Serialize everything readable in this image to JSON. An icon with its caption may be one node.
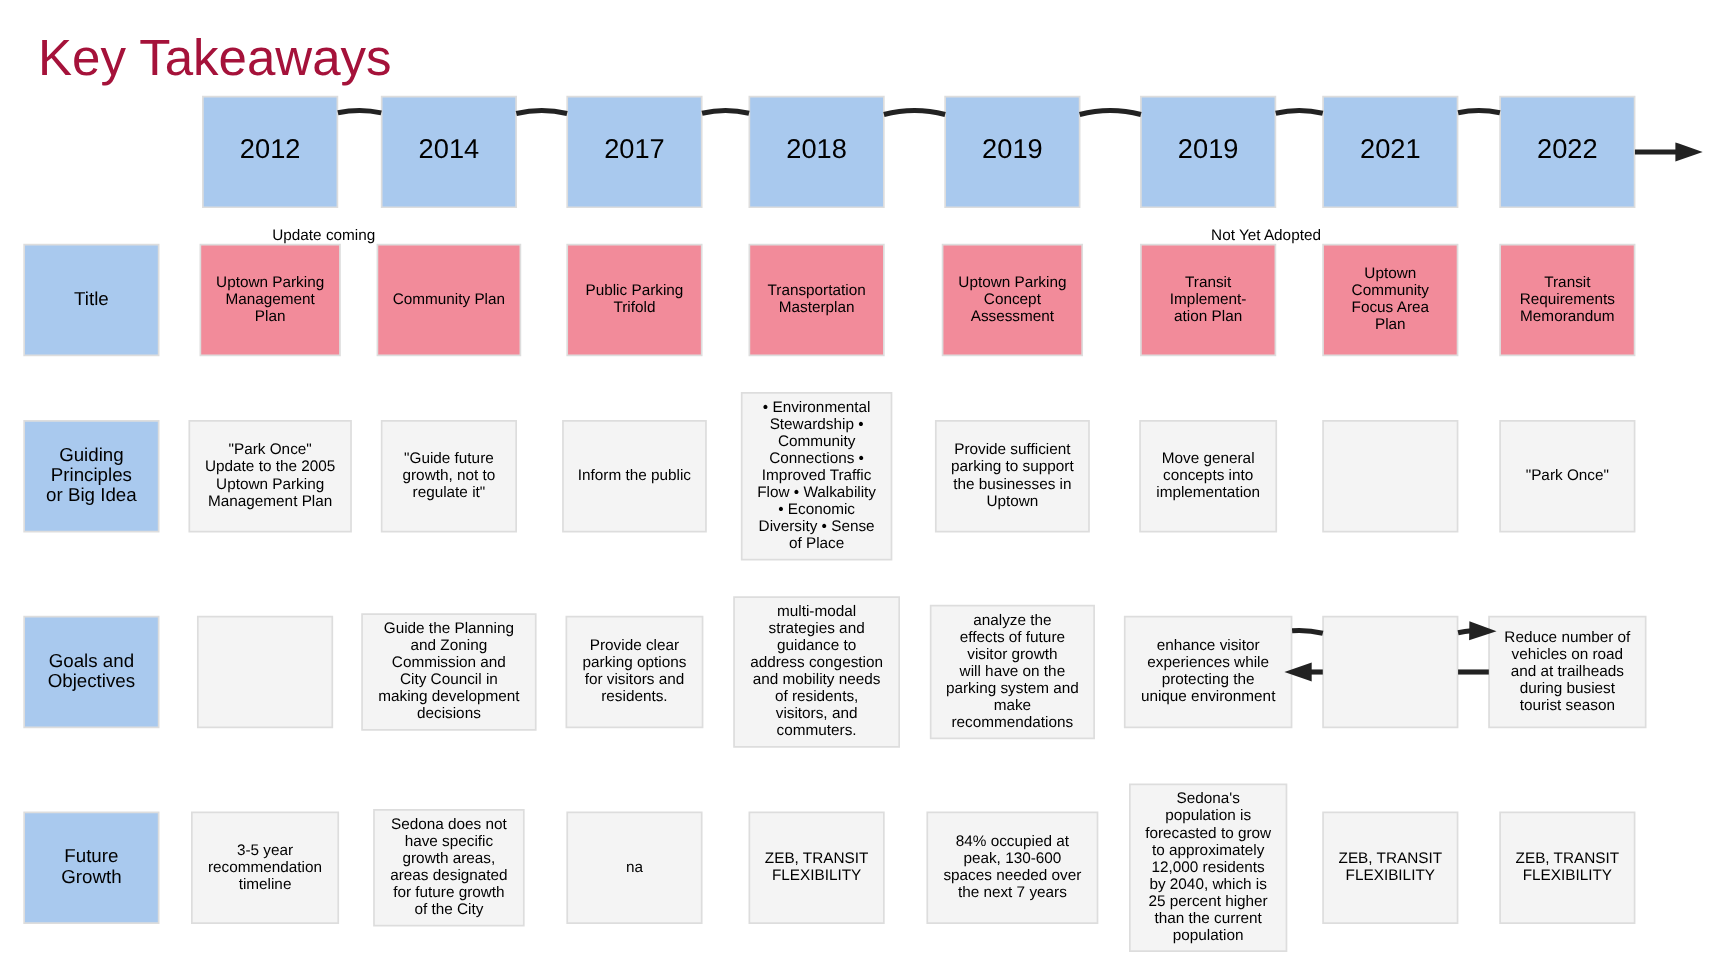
{
  "diagram": {
    "title": "Key Takeaways",
    "nodes": [
      {
        "text": [
          "2012"
        ]
      },
      {
        "text": [
          "2014"
        ]
      },
      {
        "text": [
          "2017"
        ]
      },
      {
        "text": [
          "2018"
        ]
      },
      {
        "text": [
          "2019"
        ]
      },
      {
        "text": [
          "2019"
        ]
      },
      {
        "text": [
          "2021"
        ]
      },
      {
        "text": [
          "2022"
        ]
      },
      {
        "text": [
          "Title"
        ]
      },
      {
        "text": [
          "Uptown Parking Management Plan"
        ]
      },
      {
        "text": [
          "Community Plan"
        ],
        "beside": [
          "Update coming"
        ]
      },
      {
        "text": [
          "Public Parking Trifold"
        ]
      },
      {
        "text": [
          "Transportation Masterplan"
        ]
      },
      {
        "text": [
          "Uptown Parking Concept Assessment"
        ]
      },
      {
        "text": [
          "Transit Implement-ation Plan"
        ]
      },
      {
        "text": [
          "Uptown Community Focus Area Plan"
        ],
        "beside": [
          "Not Yet Adopted"
        ]
      },
      {
        "text": [
          "Transit Requirements Memorandum"
        ]
      },
      {
        "text": [
          "Guiding Principles or Big Idea"
        ]
      },
      {
        "text": [
          "\"Park Once\"",
          "Update to the 2005 Uptown Parking Management Plan"
        ]
      },
      {
        "text": [
          "\"Guide future growth, not to regulate it\""
        ]
      },
      {
        "text": [
          "Inform the public"
        ]
      },
      {
        "text": [
          "• Environmental Stewardship • Community Connections • Improved Traffic Flow • Walkability • Economic Diversity • Sense of Place"
        ]
      },
      {
        "text": [
          "Provide sufficient parking to support the businesses in Uptown"
        ]
      },
      {
        "text": [
          "Move general concepts into implementation"
        ]
      },
      {
        "text": [],
        "shape": "box"
      },
      {
        "text": [
          "\"Park Once\""
        ]
      },
      {
        "text": [
          "Goals and Objectives"
        ]
      },
      {
        "text": [],
        "shape": "box"
      },
      {
        "text": [
          "Guide the Planning and Zoning Commission and City Council in making development decisions"
        ]
      },
      {
        "text": [
          "Provide clear parking options for visitors and residents."
        ]
      },
      {
        "text": [
          "multi-modal strategies and guidance to address congestion and mobility needs of residents, visitors, and commuters."
        ]
      },
      {
        "text": [
          "analyze the effects of future visitor growth will have on the parking system and make recommendations"
        ]
      },
      {
        "text": [
          "enhance visitor experiences while protecting the unique environment"
        ]
      },
      {
        "text": [],
        "shape": "box"
      },
      {
        "text": [
          "Reduce number of vehicles on road and at trailheads during busiest tourist season"
        ]
      },
      {
        "text": [
          "Future Growth"
        ]
      },
      {
        "text": [
          "3-5 year recommendation timeline"
        ]
      },
      {
        "text": [
          "Sedona does not have specific growth areas, areas designated for future growth of the City"
        ]
      },
      {
        "text": [
          "na"
        ]
      },
      {
        "text": [
          "ZEB, TRANSIT FLEXIBILITY"
        ]
      },
      {
        "text": [
          "84% occupied at peak, 130-600 spaces needed over the next 7 years"
        ]
      },
      {
        "text": [
          "Sedona's population is forecasted to grow to approximately 12,000 residents by 2040, which is 25 percent higher than the current population"
        ]
      },
      {
        "text": [
          "ZEB, TRANSIT FLEXIBILITY"
        ]
      },
      {
        "text": [
          "ZEB, TRANSIT FLEXIBILITY"
        ]
      }
    ],
    "edges": [
      {
        "from": 0,
        "to": 1,
        "arrow": "none"
      },
      {
        "from": 1,
        "to": 2,
        "arrow": "none"
      },
      {
        "from": 2,
        "to": 3,
        "arrow": "none"
      },
      {
        "from": 3,
        "to": 4,
        "arrow": "none"
      },
      {
        "from": 4,
        "to": 5,
        "arrow": "none"
      },
      {
        "from": 5,
        "to": 6,
        "arrow": "none"
      },
      {
        "from": 6,
        "to": 7,
        "arrow": "none"
      },
      {
        "from": 7,
        "to": null,
        "arrow": "to"
      },
      {
        "from": 33,
        "to": 32,
        "arrow": "to"
      },
      {
        "from": 34,
        "to": 33,
        "arrow": "none"
      },
      {
        "from": 32,
        "to": 33,
        "arrow": "none"
      },
      {
        "from": 33,
        "to": 34,
        "arrow": "to"
      }
    ]
  }
}
